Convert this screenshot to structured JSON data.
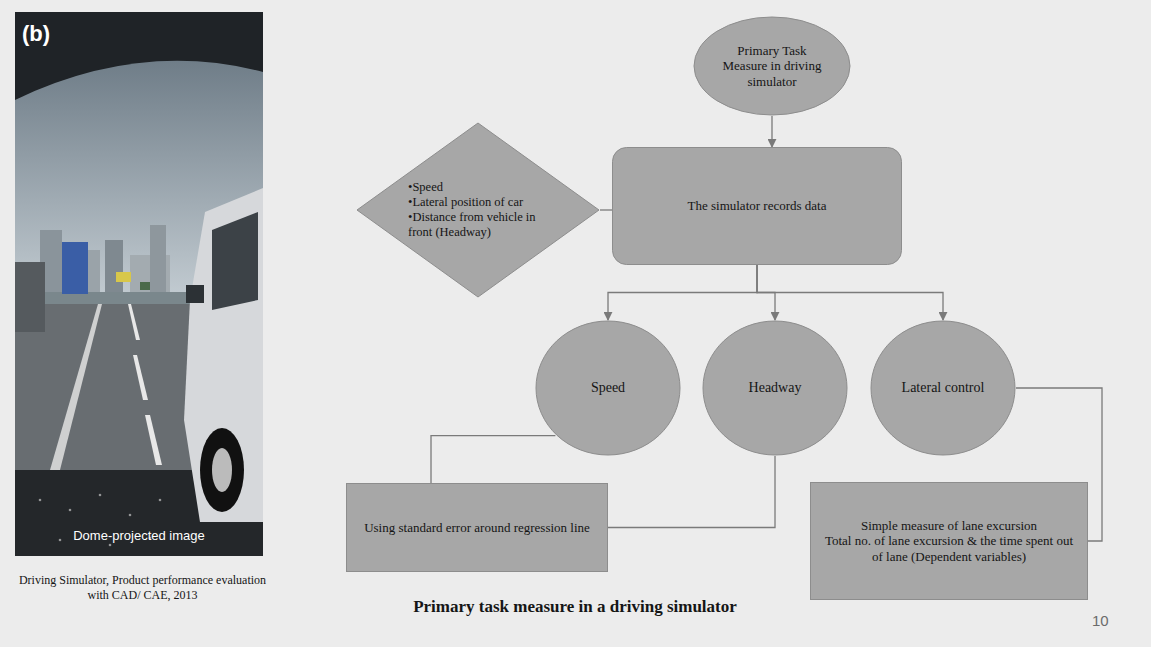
{
  "diagram": {
    "caption": "Primary task measure in a driving simulator",
    "nodes": [
      {
        "text": [
          "Primary Task Measure in driving simulator"
        ]
      },
      {
        "text": [
          "•Speed",
          "•Lateral position of car",
          "•Distance from vehicle in front (Headway)"
        ]
      },
      {
        "text": [
          "The simulator records data"
        ]
      },
      {
        "text": [
          "Speed"
        ]
      },
      {
        "text": [
          "Headway"
        ]
      },
      {
        "text": [
          "Lateral control"
        ]
      },
      {
        "text": [
          "Using standard error around regression line"
        ]
      },
      {
        "text": [
          "Simple measure of lane excursion",
          "Total no. of lane excursion & the time spent out of lane (Dependent variables)"
        ]
      }
    ],
    "edges": [
      {
        "from": 0,
        "to": 2,
        "arrow": "to"
      },
      {
        "from": 1,
        "to": 2,
        "arrow": "none"
      },
      {
        "from": 2,
        "to": 3,
        "arrow": "to"
      },
      {
        "from": 2,
        "to": 4,
        "arrow": "to"
      },
      {
        "from": 2,
        "to": 5,
        "arrow": "to"
      },
      {
        "from": 3,
        "to": 6,
        "arrow": "none"
      },
      {
        "from": 4,
        "to": 6,
        "arrow": "none"
      },
      {
        "from": 5,
        "to": 7,
        "arrow": "none"
      }
    ],
    "labels": [
      "(b)",
      "Dome-projected image",
      "Driving Simulator, Product performance evaluation with CAD/ CAE, 2013",
      "10"
    ]
  }
}
